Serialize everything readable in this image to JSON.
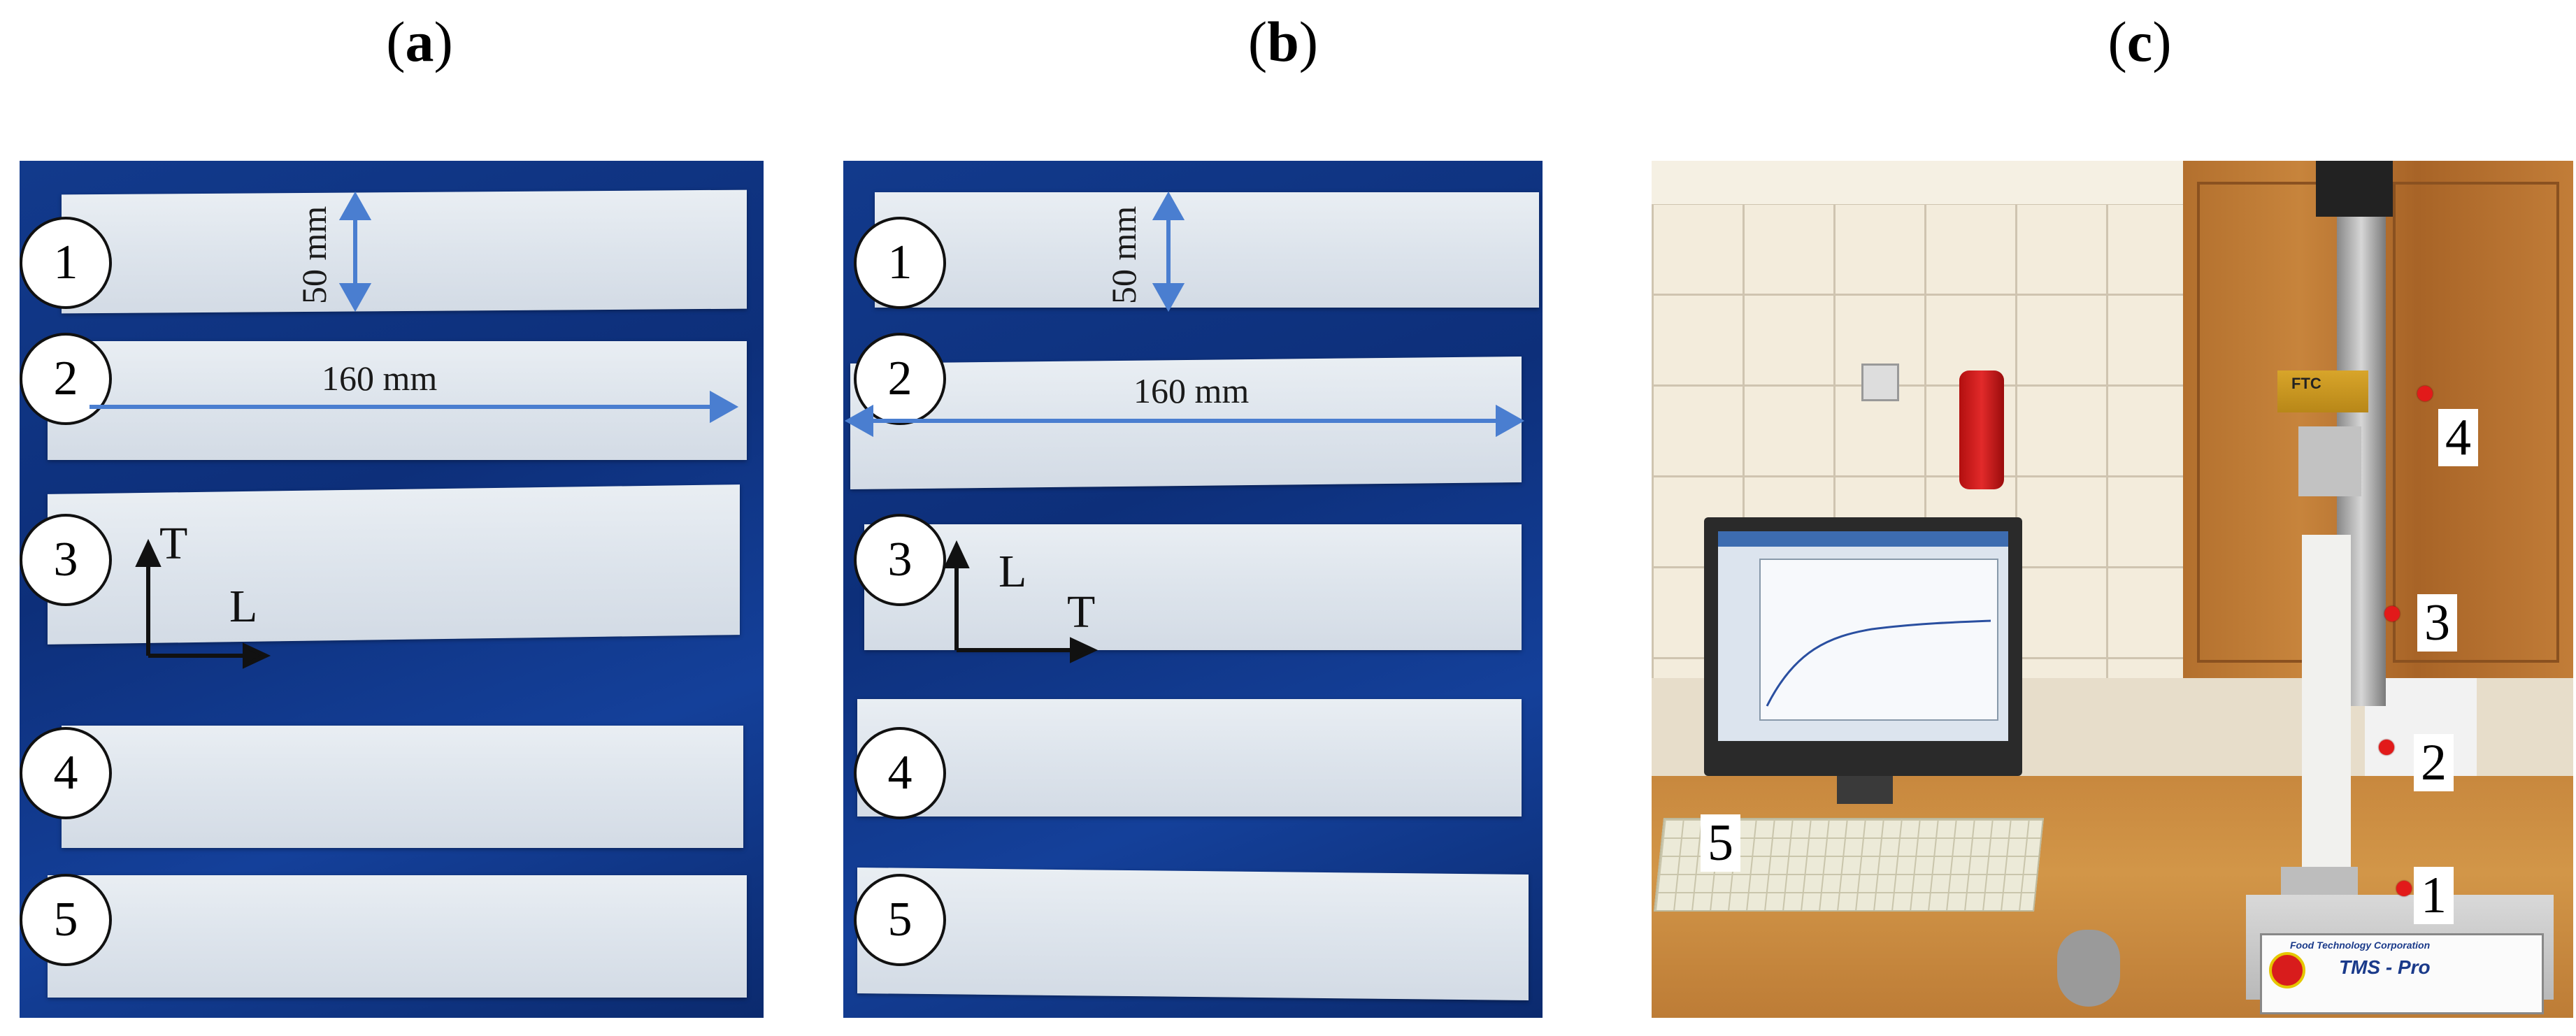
{
  "panels": [
    {
      "label": "a"
    },
    {
      "label": "b"
    },
    {
      "label": "c"
    }
  ],
  "panel_a": {
    "strip_numbers": [
      "1",
      "2",
      "3",
      "4",
      "5"
    ],
    "width_label": "50 mm",
    "length_label": "160 mm",
    "axis_vertical": "T",
    "axis_horizontal": "L"
  },
  "panel_b": {
    "strip_numbers": [
      "1",
      "2",
      "3",
      "4",
      "5"
    ],
    "width_label": "50 mm",
    "length_label": "160 mm",
    "axis_vertical": "L",
    "axis_horizontal": "T"
  },
  "panel_c": {
    "callouts": [
      "1",
      "2",
      "3",
      "4",
      "5"
    ],
    "device_brand": "Food Technology Corporation",
    "device_model": "TMS - Pro",
    "load_cell_label": "FTC"
  },
  "colors": {
    "board_blue": "#123a8c",
    "strip_white": "#e2e8ef",
    "arrow_blue": "#4a7ed0",
    "marker_red": "#e21a1a"
  }
}
